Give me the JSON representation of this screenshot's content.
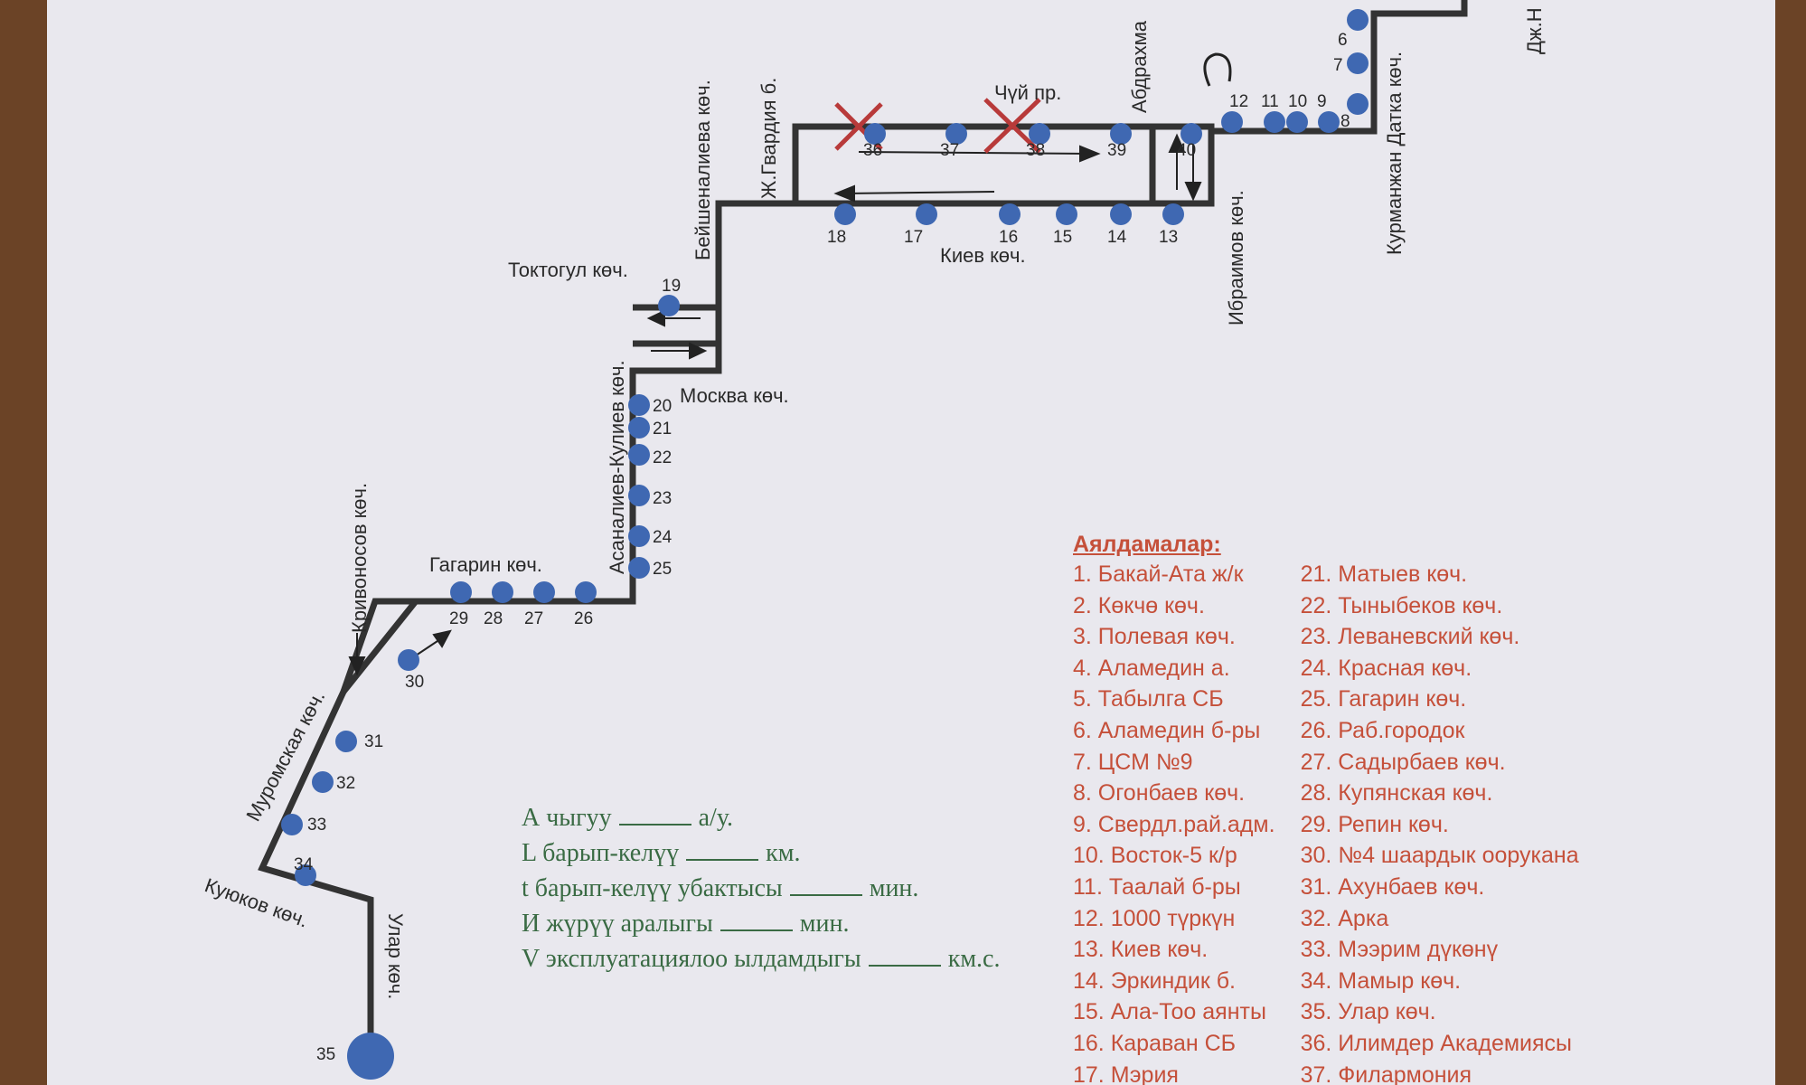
{
  "streets": {
    "chuy": "Чүй пр.",
    "abdrakhmanov": "Абдрахма",
    "kiev": "Киев көч.",
    "ibraimov": "Ибраимов көч.",
    "kurmanjan": "Курманжан Датка көч.",
    "dzh": "Дж.Н",
    "zh_gvardia": "Ж.Гвардия б.",
    "beishenalieva": "Бейшеналиева көч.",
    "toktogul": "Токтогул көч.",
    "moskva": "Москва көч.",
    "asanaliev": "Асаналиев-Кулиев көч.",
    "gagarin": "Гагарин көч.",
    "krivonosov": "Кривоносов көч.",
    "muromskaya": "Муромская көч.",
    "kuyukov": "Куюков көч.",
    "ular": "Улар көч."
  },
  "stop_numbers": [
    "6",
    "7",
    "8",
    "9",
    "10",
    "11",
    "12",
    "13",
    "14",
    "15",
    "16",
    "17",
    "18",
    "19",
    "20",
    "21",
    "22",
    "23",
    "24",
    "25",
    "26",
    "27",
    "28",
    "29",
    "30",
    "31",
    "32",
    "33",
    "34",
    "35",
    "36",
    "37",
    "38",
    "39",
    "40"
  ],
  "form": {
    "a": [
      "А чыгуу",
      "а/у."
    ],
    "l": [
      "L барып-келүү",
      "км."
    ],
    "t": [
      "t барып-келүү убактысы",
      "мин."
    ],
    "i": [
      "И жүрүү аралыгы",
      "мин."
    ],
    "v": [
      "V эксплуатациялоо ылдамдыгы",
      "км.с."
    ]
  },
  "legend": {
    "title": "Аялдамалар:",
    "col1": [
      "1. Бакай-Ата ж/к",
      "2. Көкчө көч.",
      "3. Полевая көч.",
      "4. Аламедин а.",
      "5. Табылга СБ",
      "6. Аламедин б-ры",
      "7. ЦСМ №9",
      "8. Огонбаев көч.",
      "9. Свердл.рай.адм.",
      "10. Восток-5 к/р",
      "11. Таалай б-ры",
      "12. 1000 түркүн",
      "13. Киев көч.",
      "14. Эркиндик б.",
      "15. Ала-Тоо аянты",
      "16. Караван СБ",
      "17. Мэрия"
    ],
    "col2": [
      "21. Матыев көч.",
      "22. Тыныбеков көч.",
      "23. Леваневский көч.",
      "24. Красная көч.",
      "25. Гагарин көч.",
      "26. Раб.городок",
      "27. Садырбаев көч.",
      "28. Купянская көч.",
      "29. Репин көч.",
      "30. №4 шаардык оорукана",
      "31. Ахунбаев көч.",
      "32. Арка",
      "33. Мээрим дүкөнү",
      "34. Мамыр көч.",
      "35. Улар көч.",
      "36. Илимдер Академиясы",
      "37. Филармония"
    ]
  },
  "colors": {
    "stop": "#3f68b2",
    "route": "#333333",
    "legend_text": "#c5503a",
    "form_text": "#3a6b44",
    "cross": "#b83a3a"
  }
}
